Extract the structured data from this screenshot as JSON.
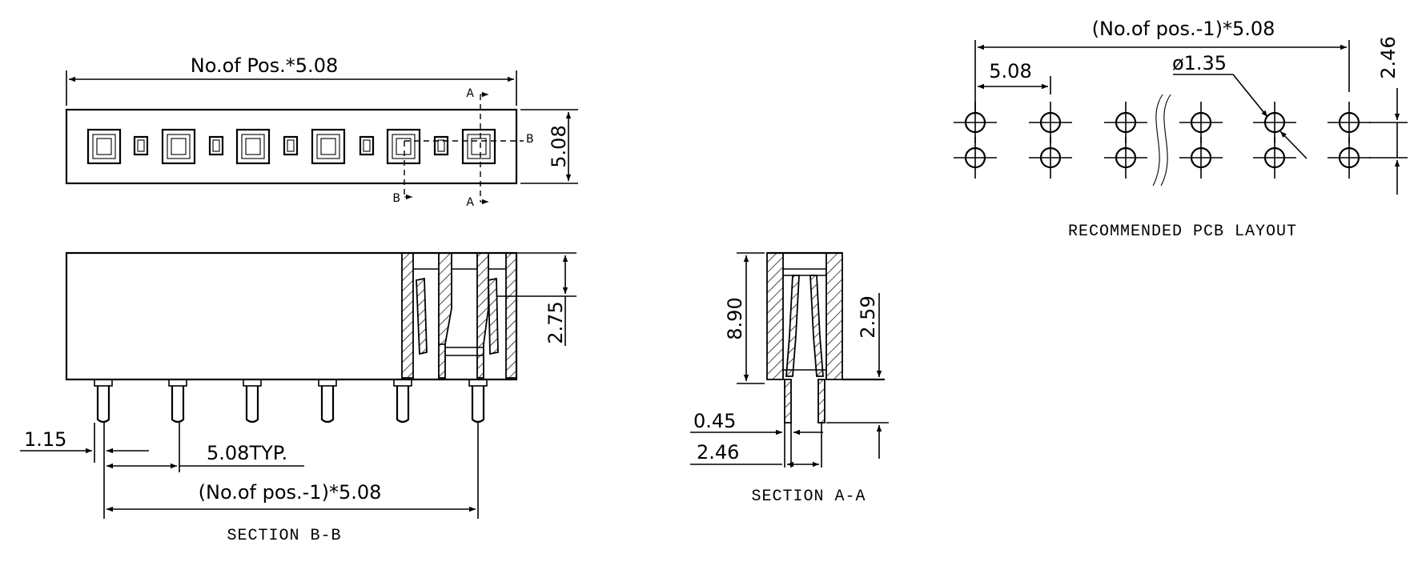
{
  "top_view": {
    "width_label": "No.of Pos.*5.08",
    "height_label": "5.08",
    "marker_a": "A",
    "marker_b": "B"
  },
  "section_bb": {
    "height_label": "2.75",
    "pin_width_label": "1.15",
    "pitch_label": "5.08TYP.",
    "span_label": "(No.of pos.-1)*5.08",
    "caption": "SECTION  B-B"
  },
  "section_aa": {
    "height_label": "8.90",
    "depth_label": "2.59",
    "pin_label": "0.45",
    "pin_pitch_label": "2.46",
    "caption": "SECTION  A-A"
  },
  "pcb_layout": {
    "span_label": "(No.of pos.-1)*5.08",
    "pitch_label": "5.08",
    "hole_label": "ø1.35",
    "row_pitch_label": "2.46",
    "caption": "RECOMMENDED PCB LAYOUT"
  }
}
